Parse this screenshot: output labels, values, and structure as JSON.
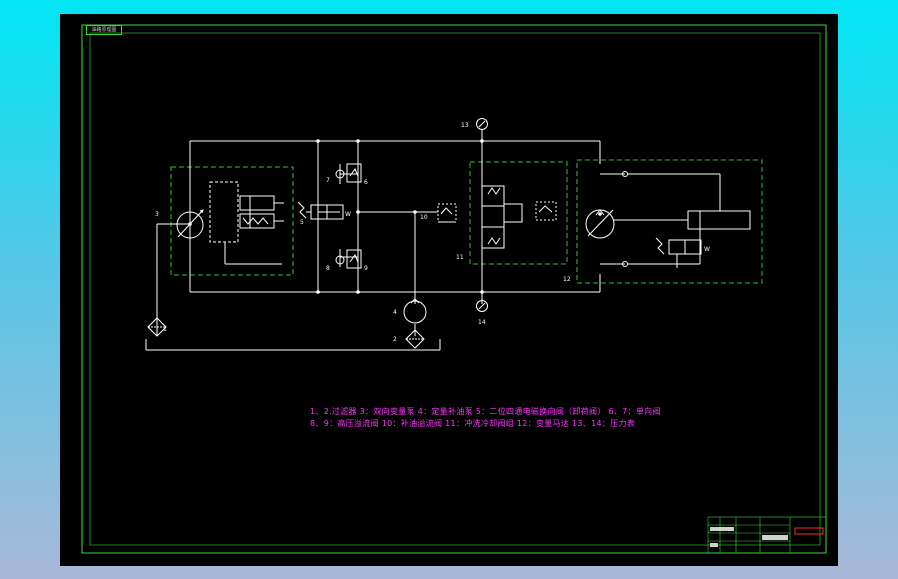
{
  "sheet_tag": "油路原理图",
  "labels": {
    "n1": "1",
    "n2": "2",
    "n3": "3",
    "n4": "4",
    "n5": "5",
    "n6": "6",
    "n7": "7",
    "n8": "8",
    "n9": "9",
    "n10": "10",
    "n11": "11",
    "n12": "12",
    "n13": "13",
    "n14": "14"
  },
  "legend": {
    "line1": "1、2.过滤器   3：双向变量泵  4：定量补油泵  5：二位四通电磁换向阀（卸荷阀）  6、7：单向阀",
    "line2": "8、9：高压溢流阀   10：补油溢流阀   11：冲洗冷却阀组  12：变量马达   13、14：压力表"
  },
  "colors": {
    "sheet": "#000000",
    "frame": "#39d839",
    "lines": "#ffffff",
    "dashed_box": "#2fbf2f",
    "legend_text": "#ff33ff",
    "stamp": "#ff2a2a"
  }
}
